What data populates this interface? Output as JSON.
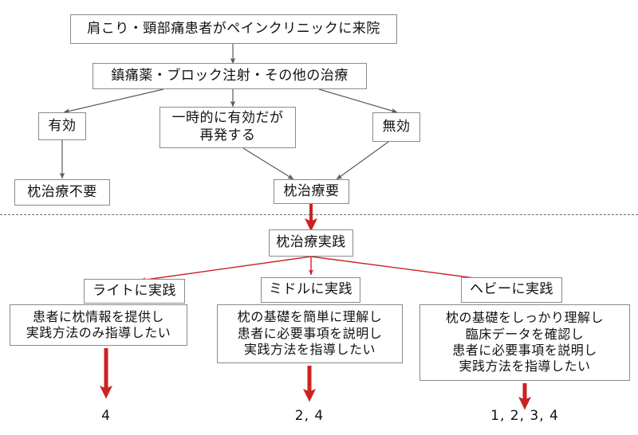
{
  "diagram": {
    "title_area": "pillow therapy clinical flowchart",
    "colors": {
      "box_border": "#8a8a8a",
      "black_arrow": "#5a5a5a",
      "red_arrow": "#cc2222",
      "divider": "#6b6b6b",
      "text": "#111111",
      "background": "#ffffff"
    },
    "upper_section": {
      "nodes": {
        "intake": {
          "text": "肩こり・頸部痛患者がペインクリニックに来院"
        },
        "treatment": {
          "text": "鎮痛薬・ブロック注射・その他の治療"
        },
        "effective": {
          "text": "有効"
        },
        "temporary": {
          "line1": "一時的に有効だが",
          "line2": "再発する"
        },
        "ineffective": {
          "text": "無効"
        },
        "no_pillow": {
          "text": "枕治療不要"
        },
        "pillow_needed": {
          "text": "枕治療要"
        }
      }
    },
    "lower_section": {
      "root": {
        "text": "枕治療実践"
      },
      "columns": [
        {
          "label": "ライトに実践",
          "detail_lines": [
            "患者に枕情報を提供し",
            "実践方法のみ指導したい"
          ],
          "number": "4"
        },
        {
          "label": "ミドルに実践",
          "detail_lines": [
            "枕の基礎を簡単に理解し",
            "患者に必要事項を説明し",
            "実践方法を指導したい"
          ],
          "number": "2, 4"
        },
        {
          "label": "ヘビーに実践",
          "detail_lines": [
            "枕の基礎をしっかり理解し",
            "臨床データを確認し",
            "患者に必要事項を説明し",
            "実践方法を指導したい"
          ],
          "number": "1, 2, 3, 4"
        }
      ]
    }
  }
}
